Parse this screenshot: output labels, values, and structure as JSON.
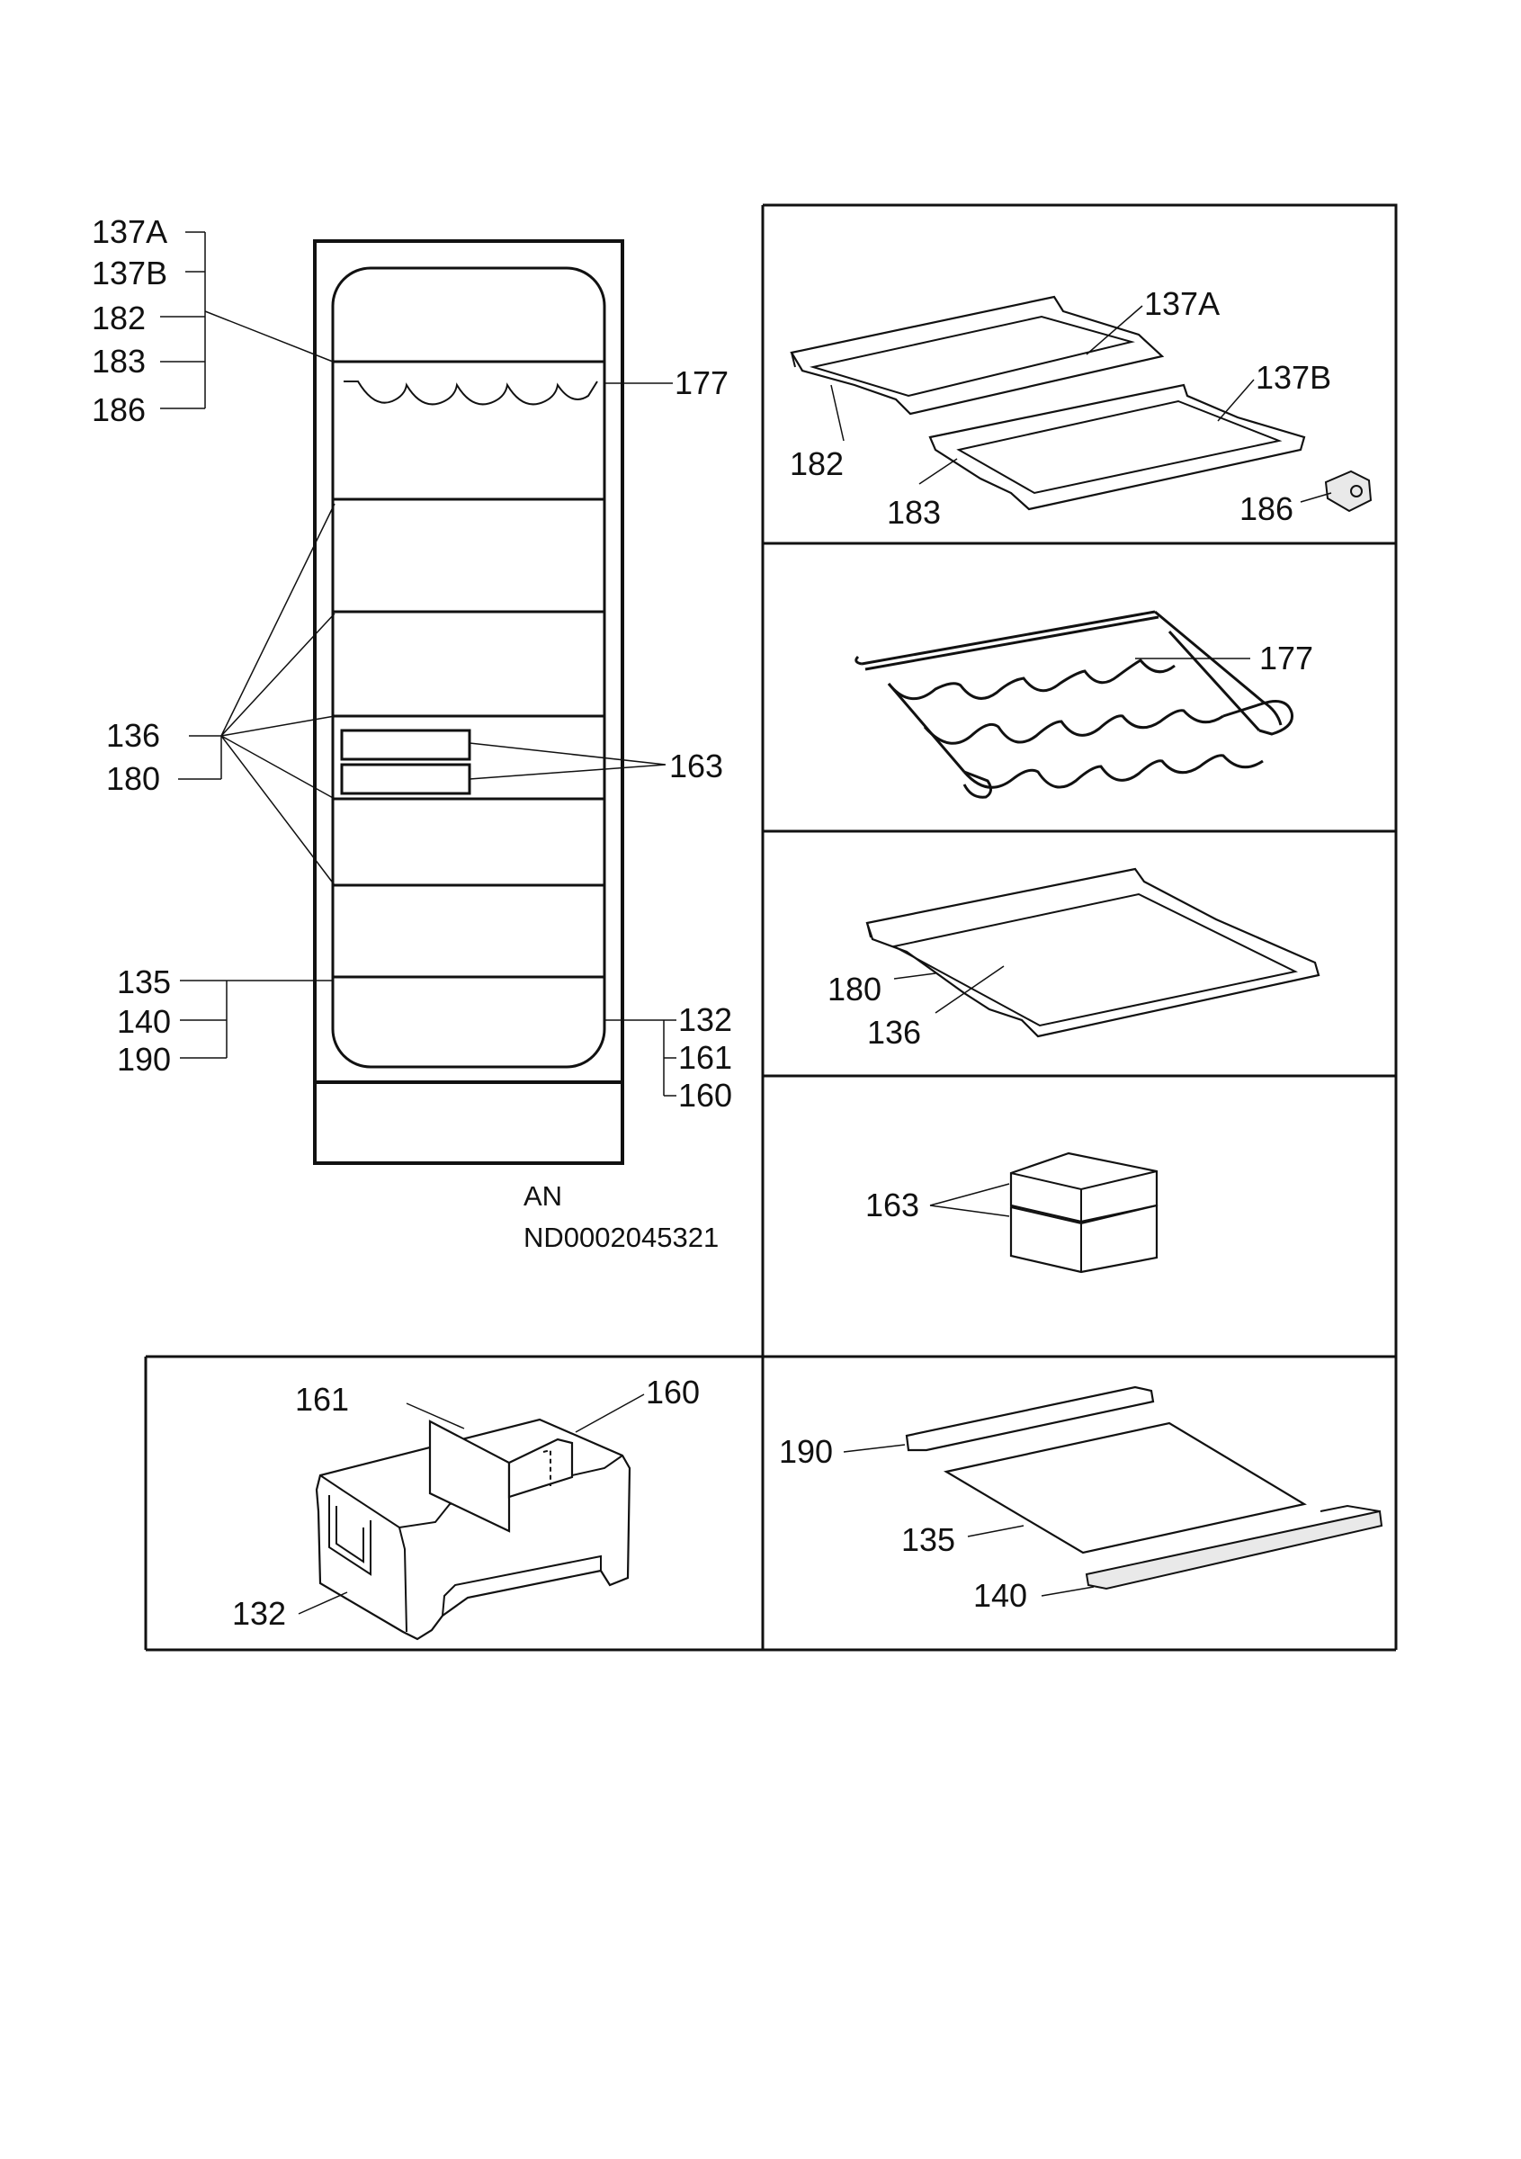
{
  "figure": {
    "document_codes": [
      "AN",
      "ND0002045321"
    ]
  },
  "overview": {
    "labels_left_top": [
      "137A",
      "137B",
      "182",
      "183",
      "186"
    ],
    "label_177": "177",
    "labels_left_mid": [
      "136",
      "180"
    ],
    "label_163": "163",
    "labels_left_bottom": [
      "135",
      "140",
      "190"
    ],
    "labels_right_bottom": [
      "132",
      "161",
      "160"
    ]
  },
  "panels": {
    "shelves": {
      "labels": [
        "137A",
        "137B",
        "182",
        "183",
        "186"
      ]
    },
    "wine_rack": {
      "labels": [
        "177"
      ]
    },
    "glass_shelf": {
      "labels": [
        "180",
        "136"
      ]
    },
    "boxes": {
      "labels": [
        "163"
      ]
    },
    "crisper": {
      "labels": [
        "161",
        "160",
        "132"
      ]
    },
    "bottom_shelf": {
      "labels": [
        "190",
        "135",
        "140"
      ]
    }
  }
}
